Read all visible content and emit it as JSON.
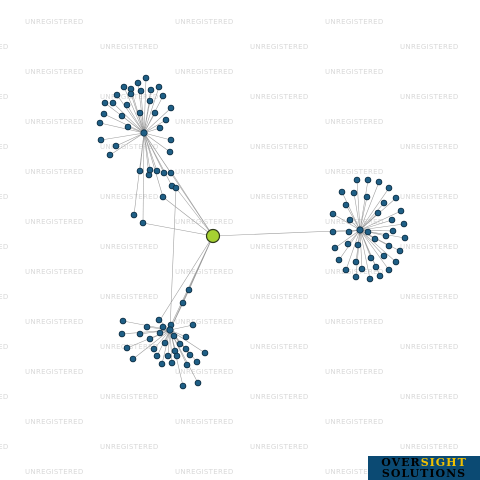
{
  "watermark": {
    "text": "UNREGISTERED"
  },
  "logo": {
    "word1": "OVER",
    "word2": "SIGHT",
    "line2": "SOLUTIONS"
  },
  "colors": {
    "center_node": "#a6d132",
    "node": "#1f5f86",
    "edge": "#9a9a9a",
    "watermark": "#d9d9d9",
    "logo_bg": "#0b4a73",
    "logo_accent": "#f2c100"
  },
  "network": {
    "center": "entity",
    "clusters": [
      {
        "name": "cluster-top-left",
        "hub": "hub-top-left",
        "leaf_count": 38
      },
      {
        "name": "cluster-right",
        "hub": "hub-right",
        "leaf_count": 40
      },
      {
        "name": "cluster-bottom-left",
        "hub": "hub-bottom-left",
        "leaf_count": 30
      }
    ]
  }
}
